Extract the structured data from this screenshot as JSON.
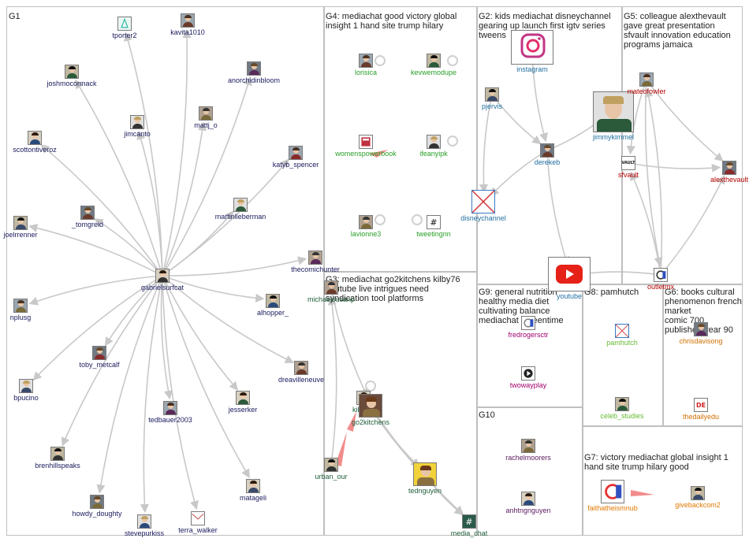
{
  "groups": [
    {
      "id": "G1",
      "label": "G1"
    },
    {
      "id": "G4",
      "label": "G4: mediachat good victory global\ninsight 1 hand site trump hilary"
    },
    {
      "id": "G2",
      "label": "G2: kids mediachat disneychannel\ngearing up launch first igtv series\ntweens"
    },
    {
      "id": "G5",
      "label": "G5: colleague alexthevault\ngave great presentation\nsfvault innovation education\nprograms jamaica"
    },
    {
      "id": "G3",
      "label": "G3: mediachat go2kitchens kilby76\nyoutube live intrigues need\nsyndication tool platforms"
    },
    {
      "id": "G9",
      "label": "G9: general nutrition\nhealthy media diet\ncultivating balance\nmediachat screentime"
    },
    {
      "id": "G8",
      "label": "G8: pamhutch"
    },
    {
      "id": "G6",
      "label": "G6: books cultural\nphenomenon french market\ncomic 700\npublished year 90"
    },
    {
      "id": "G10",
      "label": "G10"
    },
    {
      "id": "G7",
      "label": "G7: victory mediachat global insight 1\nhand site trump hilary good"
    }
  ],
  "colors": {
    "G1": "#1a1a5e",
    "G2": "#1f6fa0",
    "G3": "#1e5e3a",
    "G4": "#2aa02a",
    "G5": "#b40000",
    "G6": "#d07000",
    "G7": "#e07800",
    "G8": "#66bb33",
    "G9": "#a0006e",
    "G10": "#5a1a5e",
    "edge": "#c8c8c8",
    "edge_red": "#f07878"
  },
  "nodes": [
    {
      "id": "tporter2",
      "label": "tporter2",
      "group": "G1",
      "icon": "teal-outline-avatar"
    },
    {
      "id": "kavita1010",
      "label": "kavita1010",
      "group": "G1",
      "icon": "person-avatar"
    },
    {
      "id": "joshmocormack",
      "label": "joshmocormack",
      "group": "G1",
      "icon": "person-avatar"
    },
    {
      "id": "anorchidinbloom",
      "label": "anorchidinbloom",
      "group": "G1",
      "icon": "person-avatar"
    },
    {
      "id": "jimcanto",
      "label": "jimcanto",
      "group": "G1",
      "icon": "person-avatar"
    },
    {
      "id": "mattj_o",
      "label": "mattj_o",
      "group": "G1",
      "icon": "person-avatar"
    },
    {
      "id": "scottontiveroz",
      "label": "scottontiveroz",
      "group": "G1",
      "icon": "person-avatar"
    },
    {
      "id": "katyb_spencer",
      "label": "katyb_spencer",
      "group": "G1",
      "icon": "person-avatar"
    },
    {
      "id": "joelrrenner",
      "label": "joelrrenner",
      "group": "G1",
      "icon": "person-avatar"
    },
    {
      "id": "_tomgreid",
      "label": "_tomgreid",
      "group": "G1",
      "icon": "person-avatar"
    },
    {
      "id": "martinlieberman",
      "label": "martinlieberman",
      "group": "G1",
      "icon": "person-avatar"
    },
    {
      "id": "thecomichunter",
      "label": "thecomichunter",
      "group": "G1",
      "icon": "person-avatar"
    },
    {
      "id": "gabrielsurfcat",
      "label": "gabrielsurfcat",
      "group": "G1",
      "icon": "person-avatar"
    },
    {
      "id": "nplusg",
      "label": "nplusg",
      "group": "G1",
      "icon": "person-avatar"
    },
    {
      "id": "alhopper_",
      "label": "alhopper_",
      "group": "G1",
      "icon": "person-avatar"
    },
    {
      "id": "toby_metcalf",
      "label": "toby_metcalf",
      "group": "G1",
      "icon": "person-avatar"
    },
    {
      "id": "bpucino",
      "label": "bpucino",
      "group": "G1",
      "icon": "person-avatar"
    },
    {
      "id": "dreavilleneuve",
      "label": "dreavilleneuve",
      "group": "G1",
      "icon": "person-avatar"
    },
    {
      "id": "jesserker",
      "label": "jesserker",
      "group": "G1",
      "icon": "person-avatar"
    },
    {
      "id": "tedbauer2003",
      "label": "tedbauer2003",
      "group": "G1",
      "icon": "person-avatar"
    },
    {
      "id": "brenhillspeaks",
      "label": "brenhillspeaks",
      "group": "G1",
      "icon": "person-avatar"
    },
    {
      "id": "howdy_doughty",
      "label": "howdy_doughty",
      "group": "G1",
      "icon": "person-avatar"
    },
    {
      "id": "stevepurkiss",
      "label": "stevepurkiss",
      "group": "G1",
      "icon": "person-avatar"
    },
    {
      "id": "terra_walker",
      "label": "terra_walker",
      "group": "G1",
      "icon": "envelope-avatar"
    },
    {
      "id": "matageli",
      "label": "matageli",
      "group": "G1",
      "icon": "person-avatar"
    },
    {
      "id": "lorisica",
      "label": "lorisica",
      "group": "G4",
      "icon": "person-avatar"
    },
    {
      "id": "kevwemodupe",
      "label": "kevwemodupe",
      "group": "G4",
      "icon": "person-avatar"
    },
    {
      "id": "womenspowerbook",
      "label": "womenspowerbook",
      "group": "G4",
      "icon": "book-avatar"
    },
    {
      "id": "ifeanyipk",
      "label": "ifeanyipk",
      "group": "G4",
      "icon": "person-avatar"
    },
    {
      "id": "lavionne3",
      "label": "lavionne3",
      "group": "G4",
      "icon": "person-avatar"
    },
    {
      "id": "tweetingnn",
      "label": "tweetingnn",
      "group": "G4",
      "icon": "hashtag-avatar"
    },
    {
      "id": "instagram",
      "label": "instagram",
      "group": "G2",
      "icon": "instagram-icon"
    },
    {
      "id": "pjervis",
      "label": "pjervis",
      "group": "G2",
      "icon": "person-avatar"
    },
    {
      "id": "derekeb",
      "label": "derekeb",
      "group": "G2",
      "icon": "person-avatar"
    },
    {
      "id": "jimmykimmel",
      "label": "jimmykimmel",
      "group": "G2",
      "icon": "person-avatar"
    },
    {
      "id": "disneychannel",
      "label": "disneychannel",
      "group": "G2",
      "icon": "broken-image-icon"
    },
    {
      "id": "youtube",
      "label": "youtube",
      "group": "G2",
      "icon": "youtube-icon"
    },
    {
      "id": "mateofowler",
      "label": "mateofowler",
      "group": "G5",
      "icon": "person-avatar"
    },
    {
      "id": "sfvault",
      "label": "sfvault",
      "group": "G5",
      "icon": "vault-logo-avatar"
    },
    {
      "id": "alexthevault",
      "label": "alexthevault",
      "group": "G5",
      "icon": "person-avatar"
    },
    {
      "id": "outletmx",
      "label": "outletmx",
      "group": "G5",
      "icon": "logo-avatar"
    },
    {
      "id": "michaelsusanp",
      "label": "michaelsusanp",
      "group": "G3",
      "icon": "person-avatar"
    },
    {
      "id": "kilby76",
      "label": "kilby76",
      "group": "G3",
      "icon": "person-avatar"
    },
    {
      "id": "go2kitchens",
      "label": "go2kitchens",
      "group": "G3",
      "icon": "kitchen-avatar"
    },
    {
      "id": "urban_our",
      "label": "urban_our",
      "group": "G3",
      "icon": "person-avatar"
    },
    {
      "id": "tednguyen",
      "label": "tednguyen",
      "group": "G3",
      "icon": "cartoon-avatar"
    },
    {
      "id": "media_chat",
      "label": "media_chat",
      "group": "G3",
      "icon": "hashtag-avatar"
    },
    {
      "id": "fredrogersctr",
      "label": "fredrogersctr",
      "group": "G9",
      "icon": "logo-avatar"
    },
    {
      "id": "twowayplay",
      "label": "twowayplay",
      "group": "G9",
      "icon": "play-logo-avatar"
    },
    {
      "id": "pamhutch",
      "label": "pamhutch",
      "group": "G8",
      "icon": "broken-image-icon"
    },
    {
      "id": "celeb_studies",
      "label": "celeb_studies",
      "group": "G8",
      "icon": "person-avatar"
    },
    {
      "id": "chrisdavisong",
      "label": "chrisdavisong",
      "group": "G6",
      "icon": "person-avatar"
    },
    {
      "id": "thedailyedu",
      "label": "thedailyedu",
      "group": "G6",
      "icon": "de-logo-avatar"
    },
    {
      "id": "rachelmoorers",
      "label": "rachelmoorers",
      "group": "G10",
      "icon": "person-avatar"
    },
    {
      "id": "anhtngnguyen",
      "label": "anhtngnguyen",
      "group": "G10",
      "icon": "person-avatar"
    },
    {
      "id": "faithatheismnub",
      "label": "faithatheismnub",
      "group": "G7",
      "icon": "logo-avatar"
    },
    {
      "id": "givebackcom2",
      "label": "givebackcom2",
      "group": "G7",
      "icon": "person-avatar"
    }
  ],
  "edges": [
    [
      "gabrielsurfcat",
      "tporter2"
    ],
    [
      "gabrielsurfcat",
      "kavita1010"
    ],
    [
      "gabrielsurfcat",
      "joshmocormack"
    ],
    [
      "gabrielsurfcat",
      "anorchidinbloom"
    ],
    [
      "gabrielsurfcat",
      "jimcanto"
    ],
    [
      "gabrielsurfcat",
      "mattj_o"
    ],
    [
      "gabrielsurfcat",
      "scottontiveroz"
    ],
    [
      "gabrielsurfcat",
      "katyb_spencer"
    ],
    [
      "gabrielsurfcat",
      "joelrrenner"
    ],
    [
      "gabrielsurfcat",
      "_tomgreid"
    ],
    [
      "gabrielsurfcat",
      "martinlieberman"
    ],
    [
      "gabrielsurfcat",
      "thecomichunter"
    ],
    [
      "gabrielsurfcat",
      "nplusg"
    ],
    [
      "gabrielsurfcat",
      "alhopper_"
    ],
    [
      "gabrielsurfcat",
      "toby_metcalf"
    ],
    [
      "gabrielsurfcat",
      "bpucino"
    ],
    [
      "gabrielsurfcat",
      "dreavilleneuve"
    ],
    [
      "gabrielsurfcat",
      "jesserker"
    ],
    [
      "gabrielsurfcat",
      "tedbauer2003"
    ],
    [
      "gabrielsurfcat",
      "brenhillspeaks"
    ],
    [
      "gabrielsurfcat",
      "howdy_doughty"
    ],
    [
      "gabrielsurfcat",
      "stevepurkiss"
    ],
    [
      "gabrielsurfcat",
      "terra_walker"
    ],
    [
      "gabrielsurfcat",
      "matageli"
    ],
    [
      "pjervis",
      "disneychannel"
    ],
    [
      "derekeb",
      "disneychannel"
    ],
    [
      "derekeb",
      "jimmykimmel"
    ],
    [
      "derekeb",
      "youtube"
    ],
    [
      "instagram",
      "derekeb"
    ],
    [
      "pjervis",
      "derekeb"
    ],
    [
      "mateofowler",
      "sfvault"
    ],
    [
      "mateofowler",
      "alexthevault"
    ],
    [
      "sfvault",
      "alexthevault"
    ],
    [
      "outletmx",
      "alexthevault"
    ],
    [
      "outletmx",
      "mateofowler"
    ],
    [
      "outletmx",
      "sfvault"
    ],
    [
      "outletmx",
      "youtube"
    ],
    [
      "mateofowler",
      "outletmx"
    ],
    [
      "kilby76",
      "go2kitchens"
    ],
    [
      "michaelsusanp",
      "go2kitchens"
    ],
    [
      "urban_our",
      "michaelsusanp"
    ],
    [
      "go2kitchens",
      "tednguyen"
    ],
    [
      "tednguyen",
      "media_chat"
    ],
    [
      "go2kitchens",
      "media_chat"
    ],
    [
      "kilby76",
      "media_chat"
    ]
  ]
}
